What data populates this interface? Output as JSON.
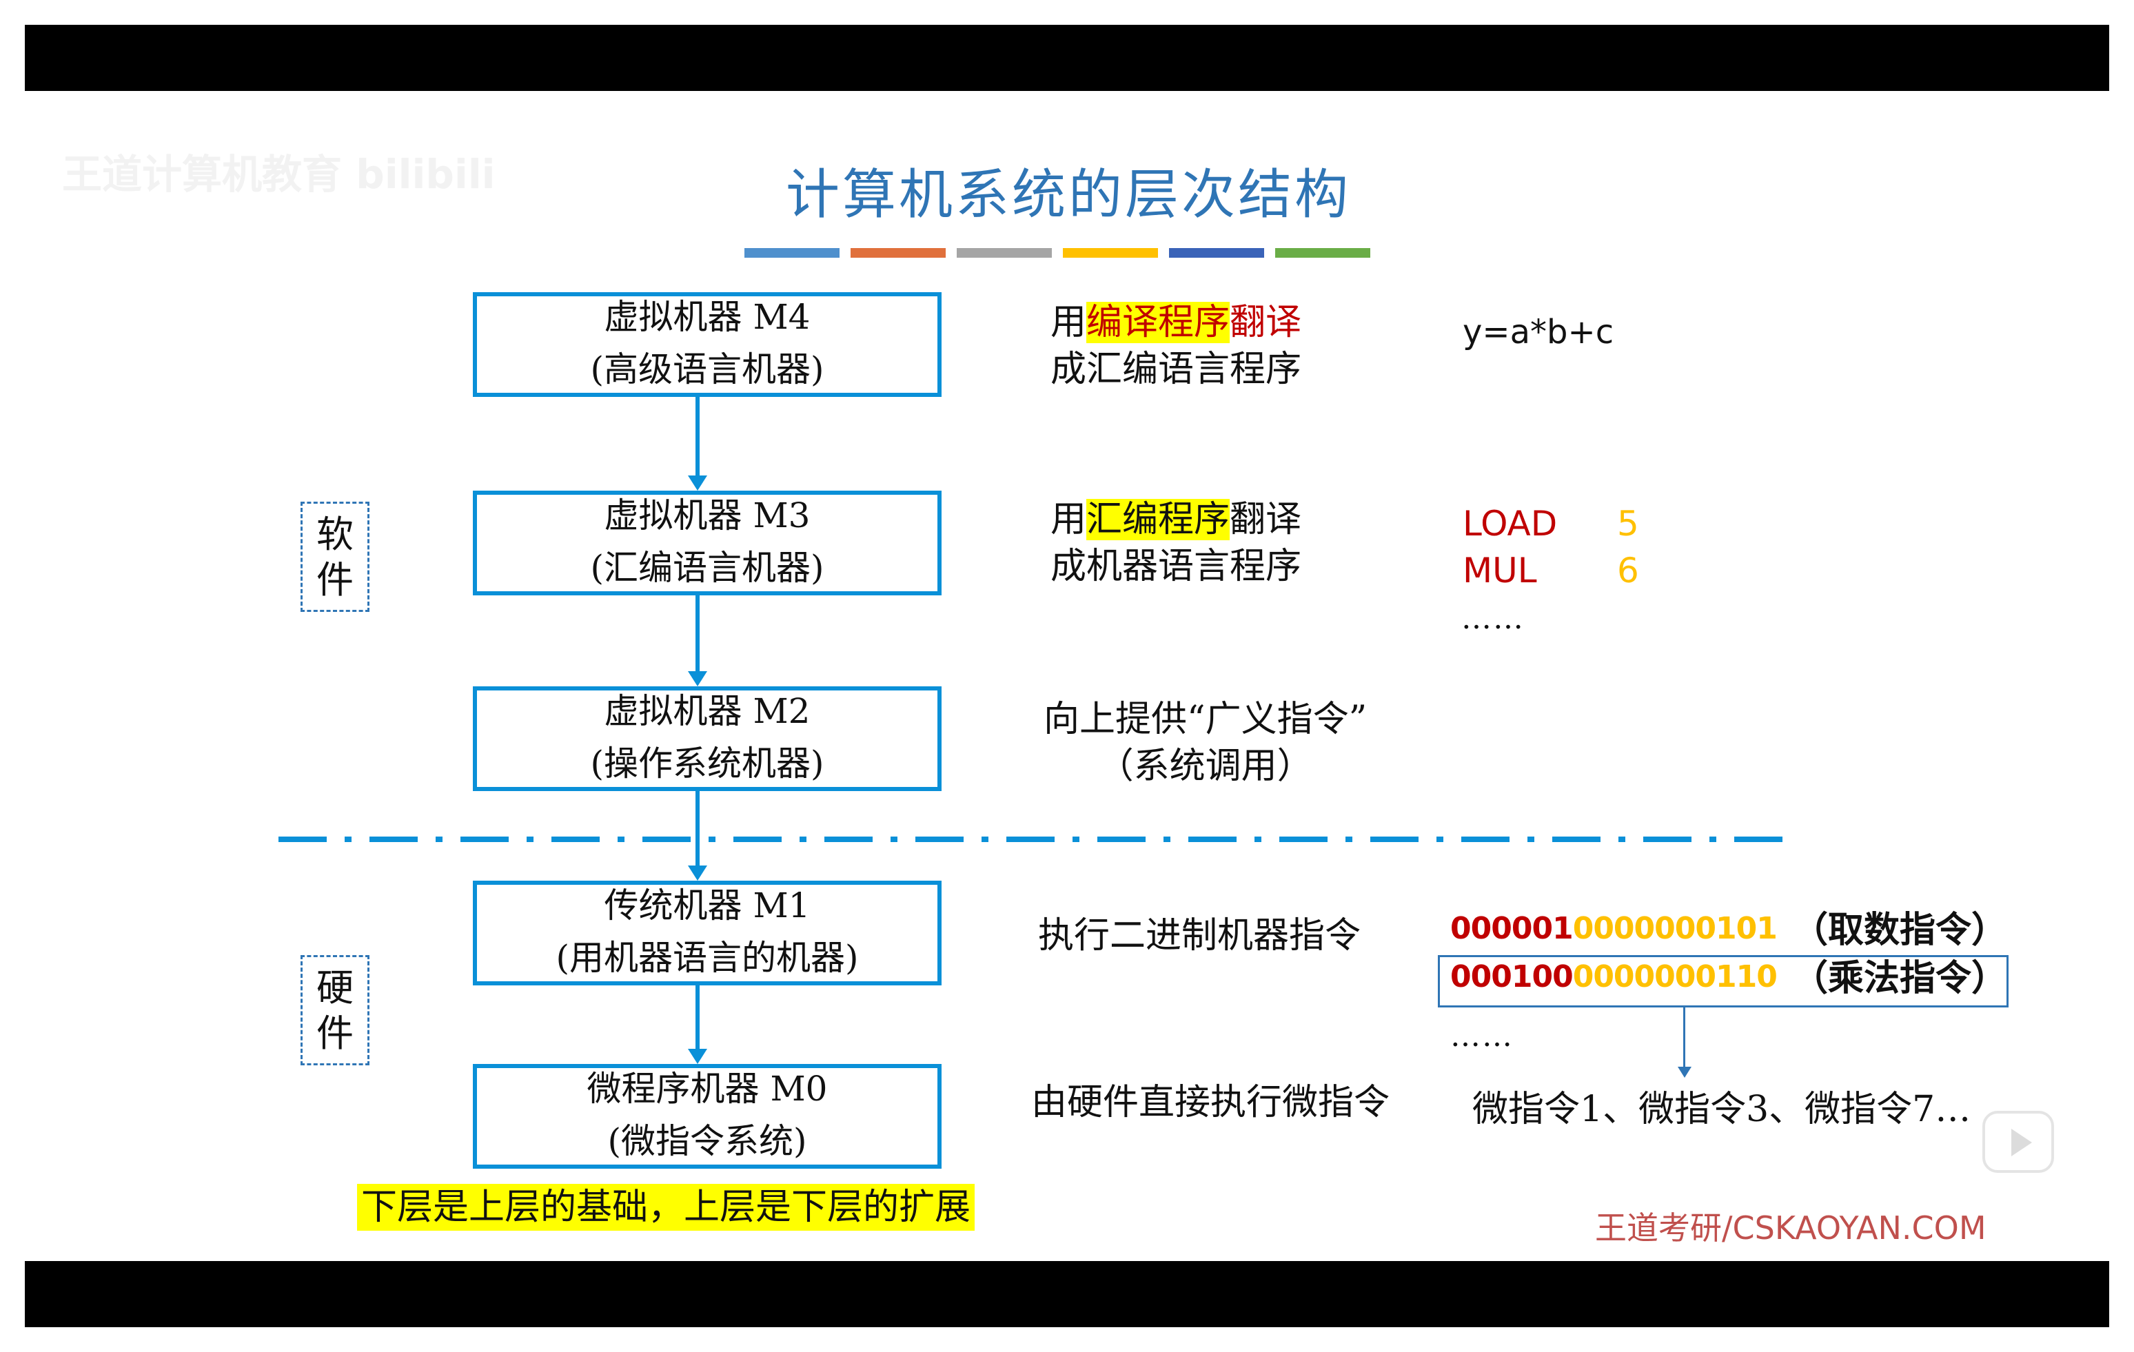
{
  "watermark": "王道计算机教育 bilibili",
  "title": "计算机系统的层次结构",
  "color_bar": [
    "#4f90cd",
    "#e0703c",
    "#a5a5a5",
    "#ffc000",
    "#3a63b8",
    "#6aad47"
  ],
  "machines": [
    {
      "line1": "虚拟机器 M4",
      "line2": "(高级语言机器)"
    },
    {
      "line1": "虚拟机器 M3",
      "line2": "(汇编语言机器)"
    },
    {
      "line1": "虚拟机器 M2",
      "line2": "(操作系统机器)"
    },
    {
      "line1": "传统机器 M1",
      "line2": "(用机器语言的机器)"
    },
    {
      "line1": "微程序机器 M0",
      "line2": "(微指令系统)"
    }
  ],
  "labels": {
    "software": [
      "软",
      "件"
    ],
    "hardware": [
      "硬",
      "件"
    ]
  },
  "descriptions": {
    "m4": {
      "p1": "用",
      "p2": "编译程序",
      "p3": "翻译",
      "line2": "成汇编语言程序"
    },
    "m3": {
      "p1": "用",
      "p2": "汇编程序",
      "p3": "翻译",
      "line2": "成机器语言程序"
    },
    "m2": {
      "line1": "向上提供“广义指令”",
      "line2": "（系统调用）"
    },
    "m1": "执行二进制机器指令",
    "m0": "由硬件直接执行微指令"
  },
  "examples": {
    "high_level": "y=a*b+c",
    "asm": [
      {
        "op": "LOAD",
        "arg": "5"
      },
      {
        "op": "MUL",
        "arg": "6"
      }
    ],
    "asm_ellipsis": "……",
    "binary": [
      {
        "opcode": "000001",
        "operand": "0000000101",
        "note": "（取数指令）"
      },
      {
        "opcode": "000100",
        "operand": "0000000110",
        "note": "（乘法指令）"
      }
    ],
    "binary_ellipsis": "……",
    "micro": "微指令1、微指令3、微指令7…"
  },
  "footer_note": "下层是上层的基础，上层是下层的扩展",
  "brand": "王道考研/CSKAOYAN.COM"
}
